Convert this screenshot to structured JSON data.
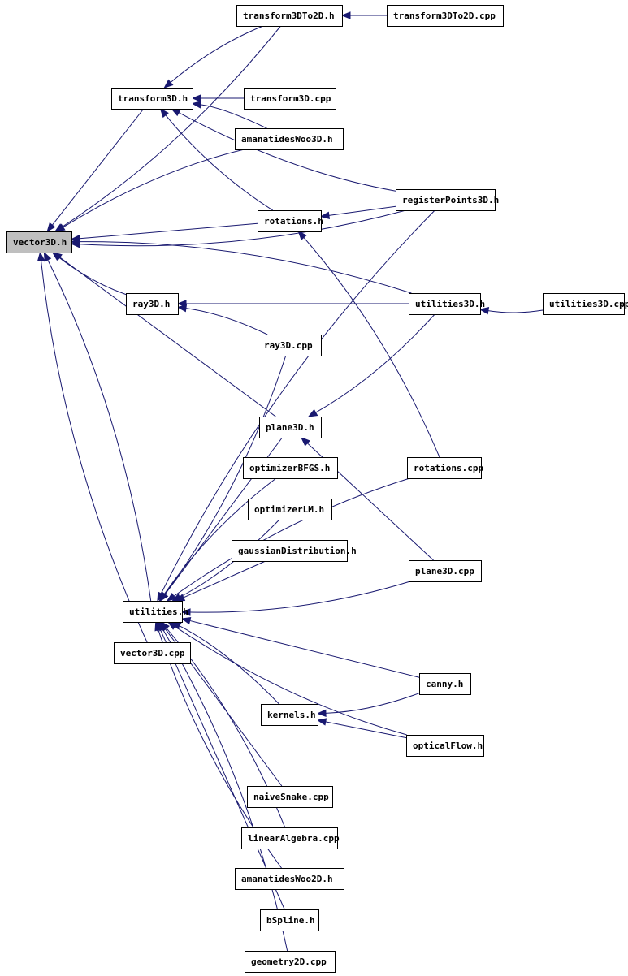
{
  "diagram": {
    "title": "vector3D.h dependency graph",
    "colors": {
      "edge": "#191970",
      "root_fill": "#bfbfbf",
      "node_fill": "#ffffff",
      "border": "#000000"
    },
    "nodes": [
      {
        "id": "vector3D_h",
        "label": "vector3D.h",
        "root": true
      },
      {
        "id": "transform3DTo2D_h",
        "label": "transform3DTo2D.h"
      },
      {
        "id": "transform3DTo2D_cpp",
        "label": "transform3DTo2D.cpp"
      },
      {
        "id": "transform3D_h",
        "label": "transform3D.h"
      },
      {
        "id": "transform3D_cpp",
        "label": "transform3D.cpp"
      },
      {
        "id": "amanatidesWoo3D_h",
        "label": "amanatidesWoo3D.h"
      },
      {
        "id": "registerPoints3D_h",
        "label": "registerPoints3D.h"
      },
      {
        "id": "rotations_h",
        "label": "rotations.h"
      },
      {
        "id": "ray3D_h",
        "label": "ray3D.h"
      },
      {
        "id": "utilities3D_h",
        "label": "utilities3D.h"
      },
      {
        "id": "utilities3D_cpp",
        "label": "utilities3D.cpp"
      },
      {
        "id": "ray3D_cpp",
        "label": "ray3D.cpp"
      },
      {
        "id": "plane3D_h",
        "label": "plane3D.h"
      },
      {
        "id": "optimizerBFGS_h",
        "label": "optimizerBFGS.h"
      },
      {
        "id": "rotations_cpp",
        "label": "rotations.cpp"
      },
      {
        "id": "optimizerLM_h",
        "label": "optimizerLM.h"
      },
      {
        "id": "gaussianDistribution_h",
        "label": "gaussianDistribution.h"
      },
      {
        "id": "plane3D_cpp",
        "label": "plane3D.cpp"
      },
      {
        "id": "utilities_h",
        "label": "utilities.h"
      },
      {
        "id": "vector3D_cpp",
        "label": "vector3D.cpp"
      },
      {
        "id": "canny_h",
        "label": "canny.h"
      },
      {
        "id": "kernels_h",
        "label": "kernels.h"
      },
      {
        "id": "opticalFlow_h",
        "label": "opticalFlow.h"
      },
      {
        "id": "naiveSnake_cpp",
        "label": "naiveSnake.cpp"
      },
      {
        "id": "linearAlgebra_cpp",
        "label": "linearAlgebra.cpp"
      },
      {
        "id": "amanatidesWoo2D_h",
        "label": "amanatidesWoo2D.h"
      },
      {
        "id": "bSpline_h",
        "label": "bSpline.h"
      },
      {
        "id": "geometry2D_cpp",
        "label": "geometry2D.cpp"
      }
    ],
    "edges": [
      {
        "from": "transform3DTo2D_h",
        "to": "vector3D_h"
      },
      {
        "from": "transform3D_h",
        "to": "vector3D_h"
      },
      {
        "from": "amanatidesWoo3D_h",
        "to": "vector3D_h"
      },
      {
        "from": "registerPoints3D_h",
        "to": "vector3D_h"
      },
      {
        "from": "rotations_h",
        "to": "vector3D_h"
      },
      {
        "from": "utilities3D_h",
        "to": "vector3D_h"
      },
      {
        "from": "ray3D_h",
        "to": "vector3D_h"
      },
      {
        "from": "plane3D_h",
        "to": "vector3D_h"
      },
      {
        "from": "utilities_h",
        "to": "vector3D_h"
      },
      {
        "from": "vector3D_cpp",
        "to": "vector3D_h"
      },
      {
        "from": "transform3DTo2D_cpp",
        "to": "transform3DTo2D_h"
      },
      {
        "from": "transform3DTo2D_h",
        "to": "transform3D_h"
      },
      {
        "from": "registerPoints3D_h",
        "to": "transform3D_h"
      },
      {
        "from": "transform3D_cpp",
        "to": "transform3D_h"
      },
      {
        "from": "amanatidesWoo3D_h",
        "to": "transform3D_h"
      },
      {
        "from": "rotations_h",
        "to": "transform3D_h"
      },
      {
        "from": "registerPoints3D_h",
        "to": "rotations_h"
      },
      {
        "from": "rotations_cpp",
        "to": "rotations_h"
      },
      {
        "from": "utilities3D_cpp",
        "to": "utilities3D_h"
      },
      {
        "from": "utilities3D_h",
        "to": "ray3D_h"
      },
      {
        "from": "ray3D_cpp",
        "to": "ray3D_h"
      },
      {
        "from": "utilities3D_h",
        "to": "plane3D_h"
      },
      {
        "from": "plane3D_cpp",
        "to": "plane3D_h"
      },
      {
        "from": "registerPoints3D_h",
        "to": "utilities_h"
      },
      {
        "from": "ray3D_cpp",
        "to": "utilities_h"
      },
      {
        "from": "plane3D_h",
        "to": "utilities_h"
      },
      {
        "from": "optimizerBFGS_h",
        "to": "utilities_h"
      },
      {
        "from": "optimizerLM_h",
        "to": "utilities_h"
      },
      {
        "from": "gaussianDistribution_h",
        "to": "utilities_h"
      },
      {
        "from": "rotations_cpp",
        "to": "utilities_h"
      },
      {
        "from": "plane3D_cpp",
        "to": "utilities_h"
      },
      {
        "from": "canny_h",
        "to": "utilities_h"
      },
      {
        "from": "kernels_h",
        "to": "utilities_h"
      },
      {
        "from": "opticalFlow_h",
        "to": "utilities_h"
      },
      {
        "from": "naiveSnake_cpp",
        "to": "utilities_h"
      },
      {
        "from": "linearAlgebra_cpp",
        "to": "utilities_h"
      },
      {
        "from": "amanatidesWoo2D_h",
        "to": "utilities_h"
      },
      {
        "from": "bSpline_h",
        "to": "utilities_h"
      },
      {
        "from": "geometry2D_cpp",
        "to": "utilities_h"
      },
      {
        "from": "canny_h",
        "to": "kernels_h"
      },
      {
        "from": "opticalFlow_h",
        "to": "kernels_h"
      }
    ]
  }
}
